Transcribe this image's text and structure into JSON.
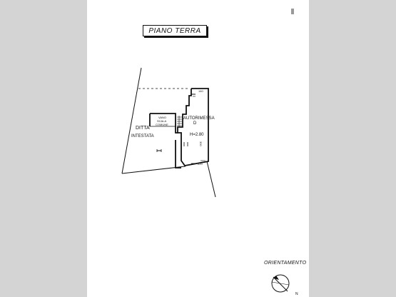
{
  "drawing": {
    "title": "PIANO TERRA",
    "labels": {
      "ditta": "DITTA",
      "intestata": "INTESTATA",
      "vano": "VANO",
      "scala": "SCALA",
      "comune": "COMUNE",
      "autorimessa": "AUTORIMESSA",
      "d": "D",
      "h": "H=2.80",
      "dim_top": "140",
      "dim_side": "300",
      "dim_bottom": "220"
    },
    "orientation": {
      "label": "ORIENTAMENTO",
      "north": "N"
    }
  },
  "colors": {
    "ink": "#111111",
    "sheet": "#ffffff",
    "background": "#d4d4d4"
  }
}
